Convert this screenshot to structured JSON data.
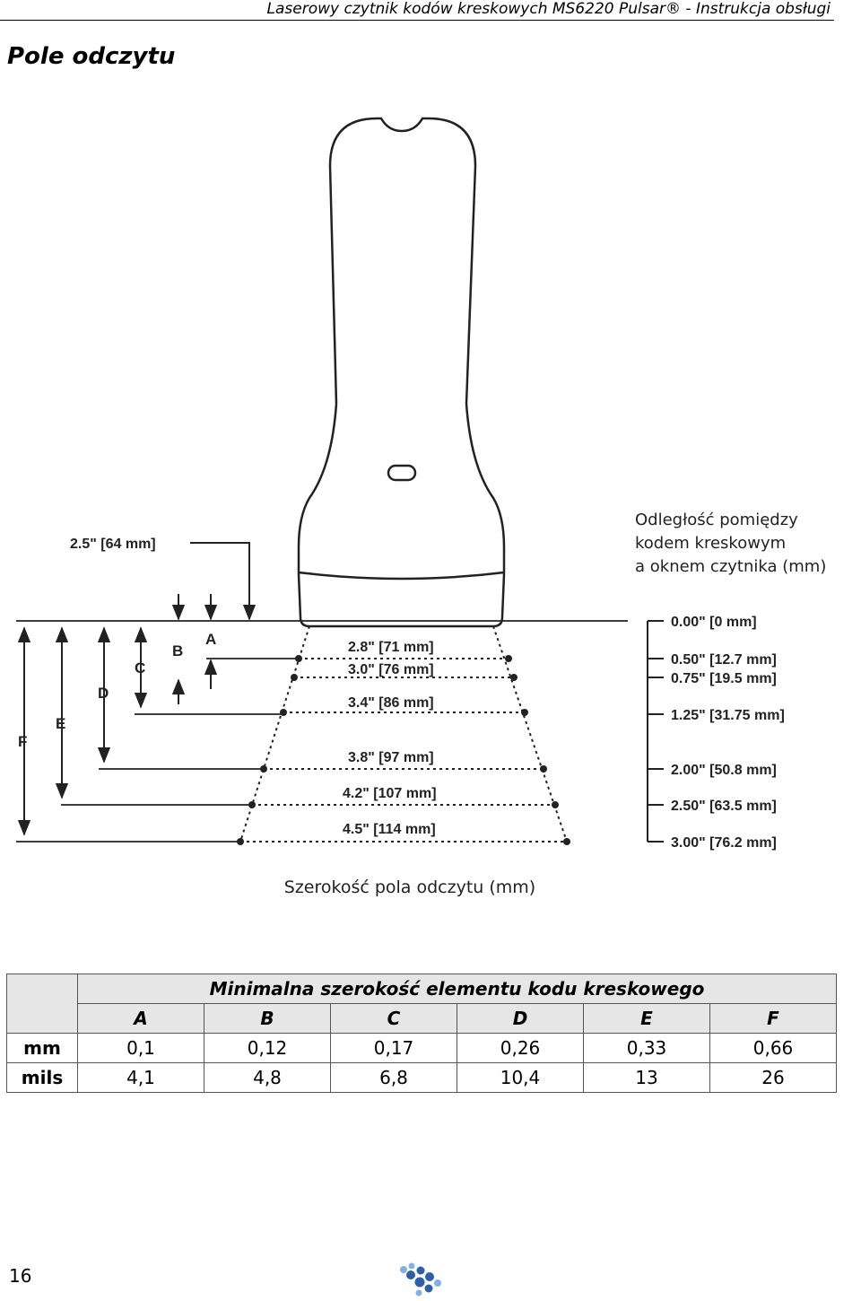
{
  "header": {
    "text": "Laserowy czytnik kodów kreskowych MS6220 Pulsar® - Instrukcja obsługi"
  },
  "section": {
    "title": "Pole odczytu"
  },
  "diagram": {
    "top_label": "2.5\" [64 mm]",
    "letters": {
      "a": "A",
      "b": "B",
      "c": "C",
      "d": "D",
      "e": "E",
      "f": "F"
    },
    "width_labels": [
      "2.8\" [71 mm]",
      "3.0\" [76 mm]",
      "3.4\" [86 mm]",
      "3.8\" [97 mm]",
      "4.2\" [107 mm]",
      "4.5\" [114 mm]"
    ],
    "distance_labels": [
      "0.00\" [0 mm]",
      "0.50\" [12.7 mm]",
      "0.75\" [19.5 mm]",
      "1.25\" [31.75 mm]",
      "2.00\" [50.8 mm]",
      "2.50\" [63.5 mm]",
      "3.00\" [76.2 mm]"
    ],
    "distance_caption": [
      "Odległość pomiędzy",
      "kodem kreskowym",
      "a oknem czytnika (mm)"
    ],
    "width_caption": "Szerokość pola odczytu (mm)"
  },
  "table": {
    "title": "Minimalna szerokość elementu kodu kreskowego",
    "columns": [
      "A",
      "B",
      "C",
      "D",
      "E",
      "F"
    ],
    "rows": [
      {
        "label": "mm",
        "values": [
          "0,1",
          "0,12",
          "0,17",
          "0,26",
          "0,33",
          "0,66"
        ]
      },
      {
        "label": "mils",
        "values": [
          "4,1",
          "4,8",
          "6,8",
          "10,4",
          "13",
          "26"
        ]
      }
    ]
  },
  "footer": {
    "page_number": "16",
    "logo_icon": "company-logo-icon"
  },
  "colors": {
    "line": "#222222",
    "table_header_bg": "#e6e6e6",
    "logo_blue": "#2e5fa8",
    "logo_light": "#7fb2e5"
  }
}
